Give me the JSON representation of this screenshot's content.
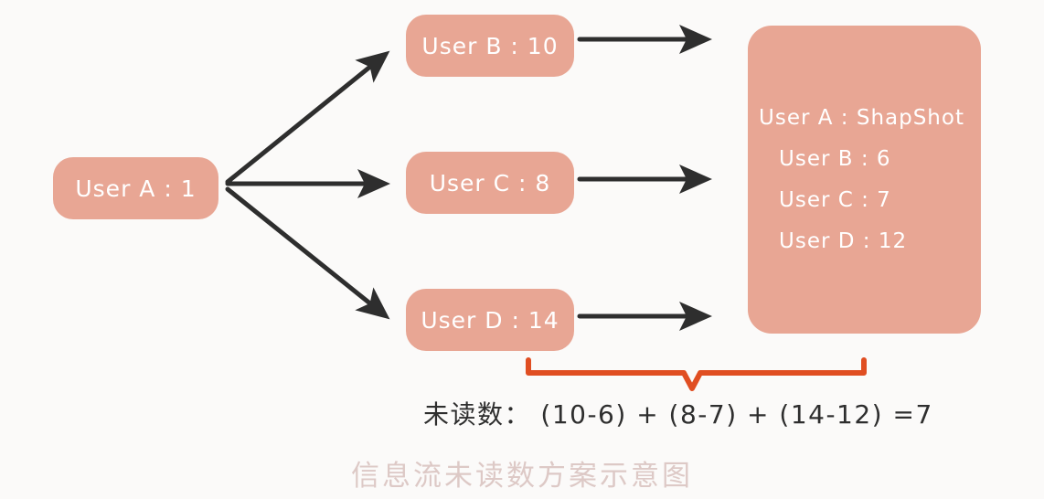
{
  "diagram": {
    "background_color": "#fbfaf9",
    "node_color": "#e8a694",
    "node_text_color": "#ffffff",
    "arrow_color": "#2e2e2e",
    "brace_color": "#e04e22",
    "caption_color": "#ddc9c6"
  },
  "source_node": {
    "label": "User A : 1"
  },
  "feed_nodes": [
    {
      "label": "User B : 10"
    },
    {
      "label": "User C : 8"
    },
    {
      "label": "User D : 14"
    }
  ],
  "snapshot_panel": {
    "lines": [
      "User A : ShapShot",
      "User B : 6",
      "User C : 7",
      "User D : 12"
    ]
  },
  "formula": {
    "text": "未读数： (10-6) + (8-7) + (14-12) =7"
  },
  "caption": {
    "text": "信息流未读数方案示意图"
  }
}
